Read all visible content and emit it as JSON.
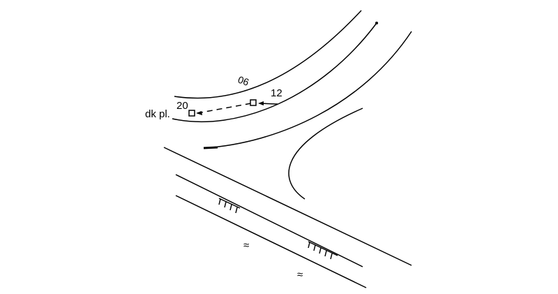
{
  "labels": {
    "place": "dk pl.",
    "distance_start": "20",
    "distance_end": "12",
    "angle": "90",
    "wave_1": "≈",
    "wave_2": "≈"
  }
}
